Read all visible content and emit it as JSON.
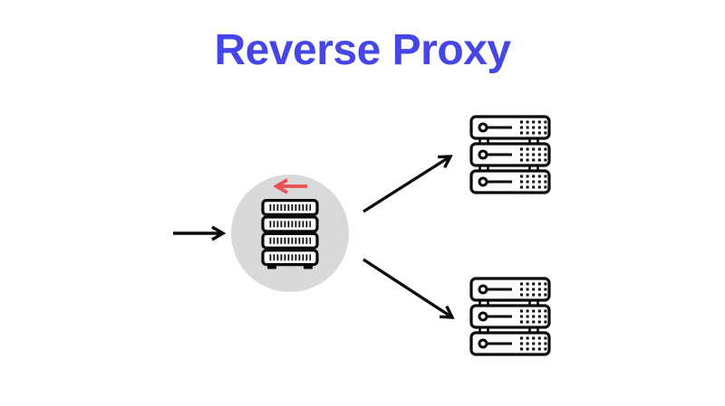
{
  "title": "Reverse Proxy",
  "colors": {
    "canvas_bg": "#ffffff",
    "title_text": "#4646e8",
    "circle_fill": "#d9d9d9",
    "ink": "#0a0a0a",
    "icon_fill": "#ffffff",
    "red_arrow": "#e85151"
  },
  "icons": {
    "proxy": "server-stack-icon",
    "backend_top": "server-rack-icon",
    "backend_bottom": "server-rack-icon",
    "request": "black-right-arrow-icon",
    "response": "red-left-arrow-icon"
  },
  "diagram": {
    "type": "flow-diagram",
    "nodes": [
      {
        "id": "client-request",
        "kind": "incoming-arrow"
      },
      {
        "id": "reverse-proxy",
        "kind": "proxy-server-stack",
        "highlight": "gray-circle",
        "overlay": "red-response-arrow"
      },
      {
        "id": "backend-server-1",
        "kind": "server-rack"
      },
      {
        "id": "backend-server-2",
        "kind": "server-rack"
      }
    ],
    "edges": [
      {
        "from": "client-request",
        "to": "reverse-proxy",
        "color": "black"
      },
      {
        "from": "reverse-proxy",
        "to": "backend-server-1",
        "color": "black"
      },
      {
        "from": "reverse-proxy",
        "to": "backend-server-2",
        "color": "black"
      },
      {
        "from": "reverse-proxy",
        "to": "client-request",
        "color": "red"
      }
    ]
  }
}
